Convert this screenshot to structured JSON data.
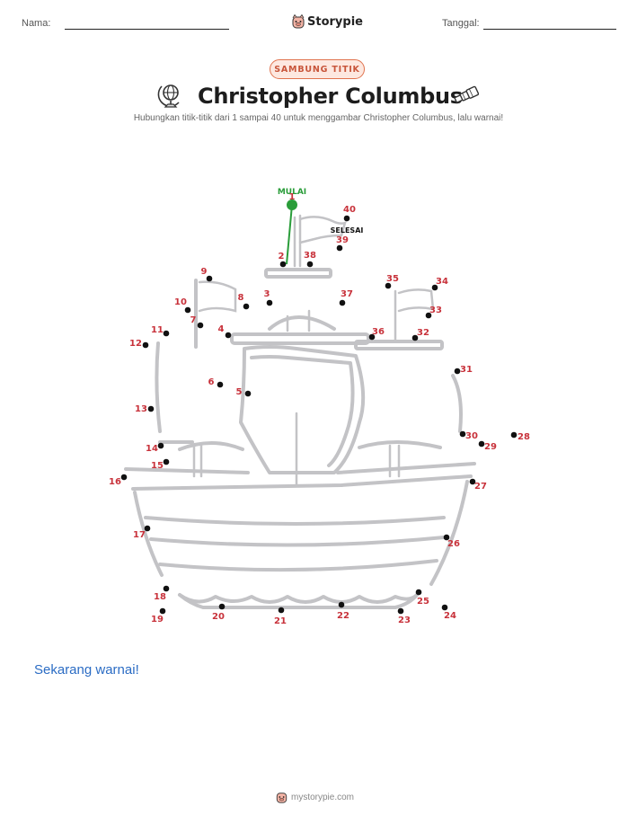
{
  "header": {
    "name_label": "Nama:",
    "date_label": "Tanggal:",
    "brand": "Storypie"
  },
  "badge": "SAMBUNG TITIK",
  "title": "Christopher Columbus",
  "subtitle": "Hubungkan titik-titik dari 1 sampai 40 untuk menggambar Christopher Columbus, lalu warnai!",
  "puzzle": {
    "start_label": "MULAI",
    "end_label": "SELESAI",
    "start_color": "#2a9d3a",
    "number_color": "#c8323b",
    "points": [
      {
        "n": "1"
      },
      {
        "n": "2"
      },
      {
        "n": "3"
      },
      {
        "n": "4"
      },
      {
        "n": "5"
      },
      {
        "n": "6"
      },
      {
        "n": "7"
      },
      {
        "n": "8"
      },
      {
        "n": "9"
      },
      {
        "n": "10"
      },
      {
        "n": "11"
      },
      {
        "n": "12"
      },
      {
        "n": "13"
      },
      {
        "n": "14"
      },
      {
        "n": "15"
      },
      {
        "n": "16"
      },
      {
        "n": "17"
      },
      {
        "n": "18"
      },
      {
        "n": "19"
      },
      {
        "n": "20"
      },
      {
        "n": "21"
      },
      {
        "n": "22"
      },
      {
        "n": "23"
      },
      {
        "n": "24"
      },
      {
        "n": "25"
      },
      {
        "n": "26"
      },
      {
        "n": "27"
      },
      {
        "n": "28"
      },
      {
        "n": "29"
      },
      {
        "n": "30"
      },
      {
        "n": "31"
      },
      {
        "n": "32"
      },
      {
        "n": "33"
      },
      {
        "n": "34"
      },
      {
        "n": "35"
      },
      {
        "n": "36"
      },
      {
        "n": "37"
      },
      {
        "n": "38"
      },
      {
        "n": "39"
      },
      {
        "n": "40"
      }
    ]
  },
  "cta": "Sekarang warnai!",
  "footer": "mystorypie.com",
  "icons": {
    "left": "globe-compass-icon",
    "right": "telescope-icon",
    "brand": "pig-mascot-icon"
  }
}
